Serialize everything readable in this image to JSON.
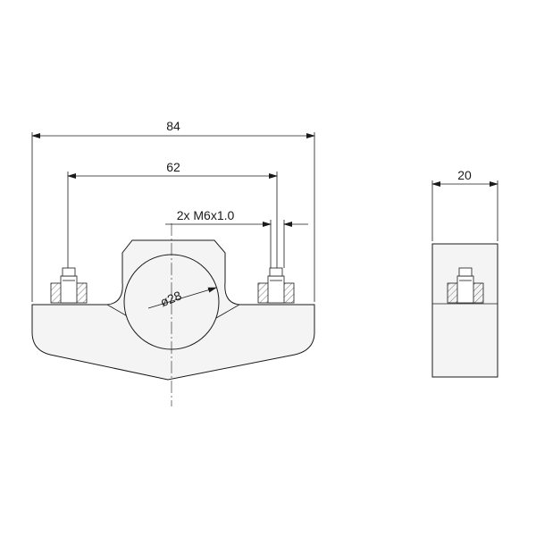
{
  "dimensions": {
    "overall_width": "84",
    "hole_spacing": "62",
    "thread_callout": "2x M6x1.0",
    "bore_diameter": "ø28",
    "side_thickness": "20"
  }
}
